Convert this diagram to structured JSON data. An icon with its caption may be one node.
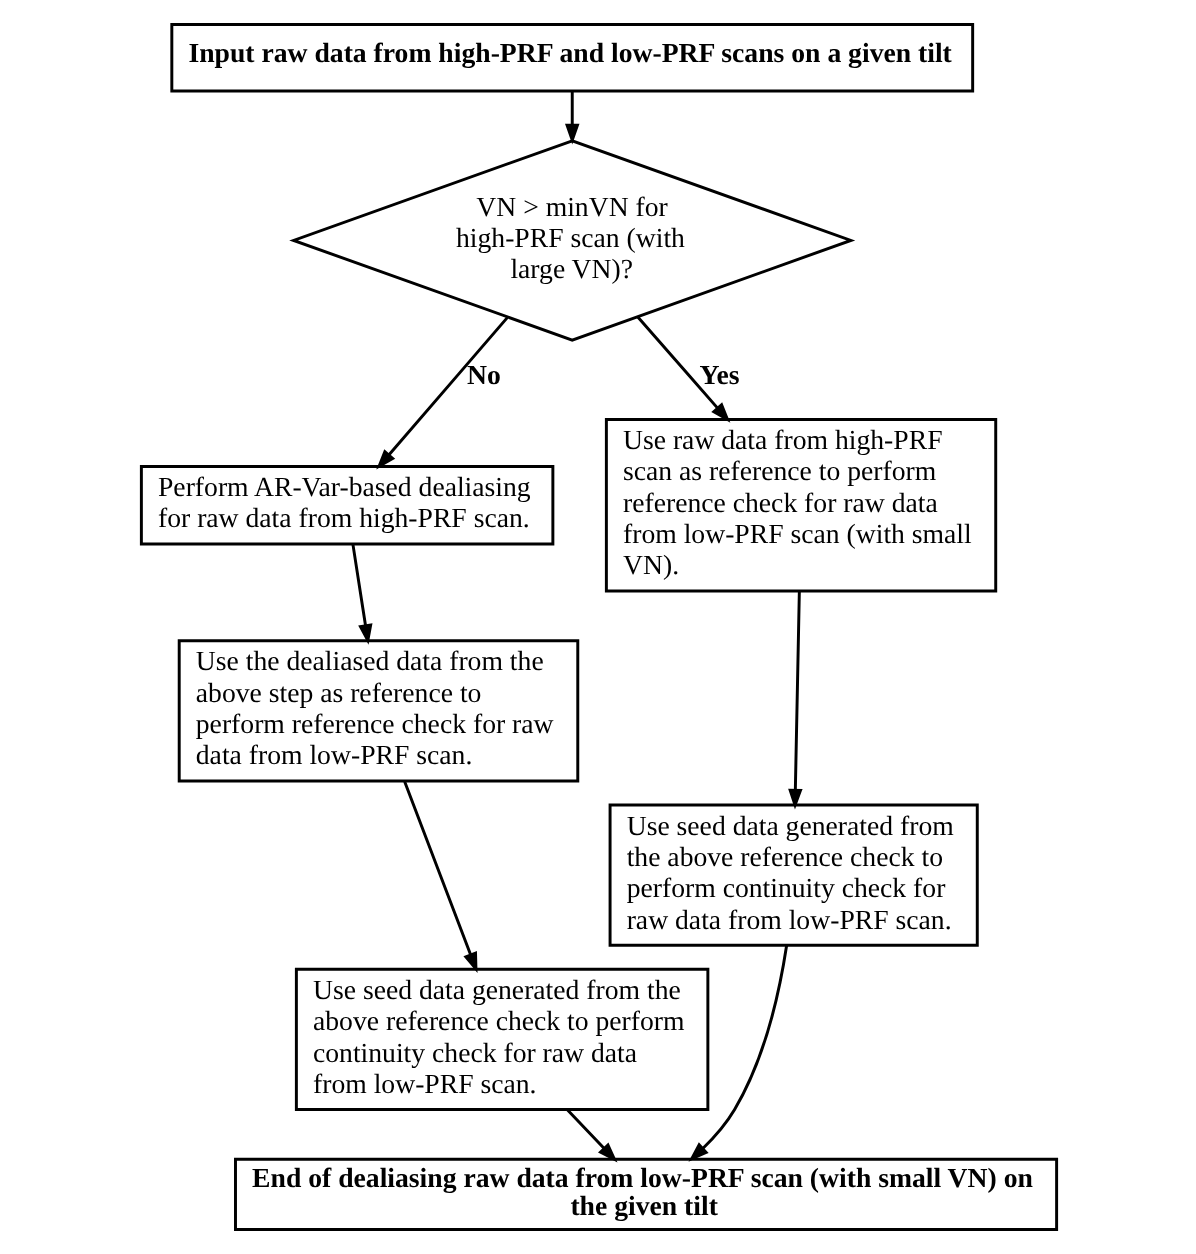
{
  "diagram": {
    "nodes": [
      {
        "text": [
          "Input raw data from high-PRF and low-PRF scans on a given tilt"
        ]
      },
      {
        "text": [
          "VN > minVN for high-PRF scan (with large VN)?"
        ]
      },
      {
        "text": [
          "Perform AR-Var-based dealiasing for raw data from high-PRF scan."
        ]
      },
      {
        "text": [
          "Use the dealiased data from the above step as reference to perform reference check for raw data from low-PRF scan."
        ]
      },
      {
        "text": [
          "Use seed data generated from the above reference check to perform continuity check for raw data from low-PRF scan."
        ]
      },
      {
        "text": [
          "Use raw data from high-PRF scan as reference to perform reference check for raw data from low-PRF scan (with small VN)."
        ]
      },
      {
        "text": [
          "Use seed data generated from the above reference check to perform continuity check for raw data from low-PRF scan."
        ]
      },
      {
        "text": [
          "End of dealiasing raw data from low-PRF scan (with small VN) on the given tilt"
        ]
      }
    ],
    "edges": [
      {
        "from": 0,
        "to": 1,
        "arrow": "to"
      },
      {
        "from": 1,
        "to": 2,
        "arrow": "to",
        "label": "No"
      },
      {
        "from": 1,
        "to": 5,
        "arrow": "to",
        "label": "Yes"
      },
      {
        "from": 2,
        "to": 3,
        "arrow": "to"
      },
      {
        "from": 3,
        "to": 4,
        "arrow": "to"
      },
      {
        "from": 5,
        "to": 6,
        "arrow": "to"
      },
      {
        "from": 4,
        "to": 7,
        "arrow": "to"
      },
      {
        "from": 6,
        "to": 7,
        "arrow": "to"
      }
    ]
  }
}
